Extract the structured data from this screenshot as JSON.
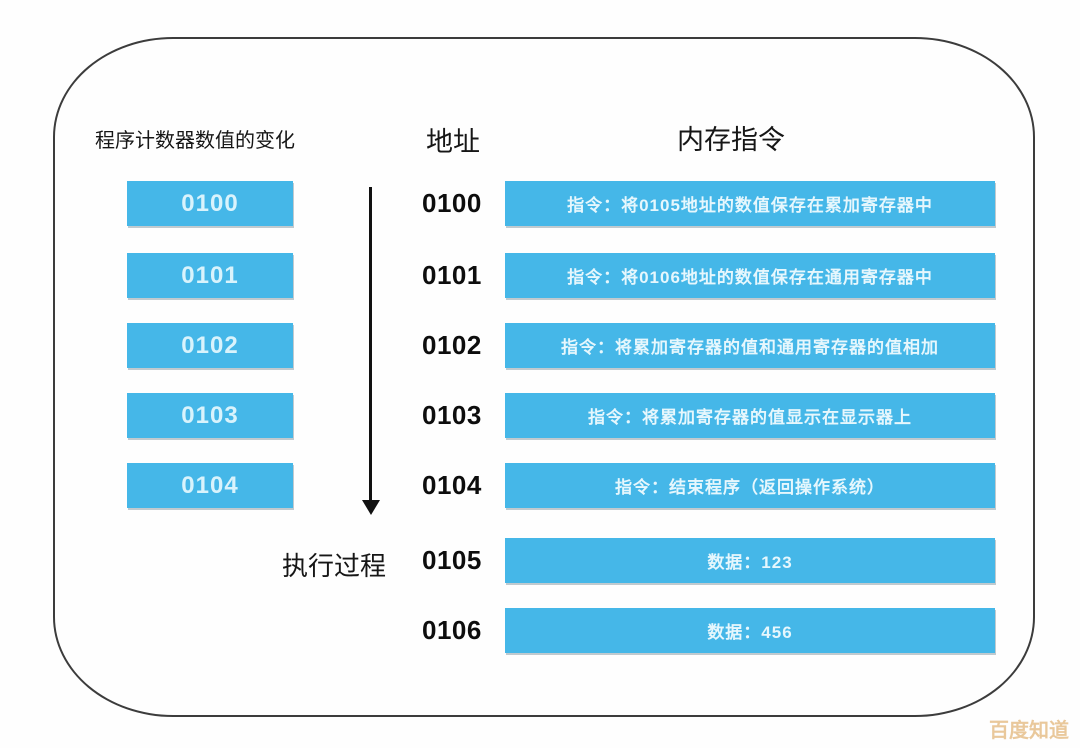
{
  "colors": {
    "accent_blue": "#45b7e8",
    "frame_border": "#3c3c3c",
    "box_text": "#e6f7fd",
    "watermark": "#e9c89b"
  },
  "headers": {
    "pc_column": "程序计数器数值的变化",
    "address_column": "地址",
    "memory_column": "内存指令"
  },
  "pc": {
    "values": [
      "0100",
      "0101",
      "0102",
      "0103",
      "0104"
    ],
    "execution_label": "执行过程"
  },
  "memory": {
    "rows": [
      {
        "address": "0100",
        "content": "指令：将0105地址的数值保存在累加寄存器中"
      },
      {
        "address": "0101",
        "content": "指令：将0106地址的数值保存在通用寄存器中"
      },
      {
        "address": "0102",
        "content": "指令：将累加寄存器的值和通用寄存器的值相加"
      },
      {
        "address": "0103",
        "content": "指令：将累加寄存器的值显示在显示器上"
      },
      {
        "address": "0104",
        "content": "指令：结束程序（返回操作系统）"
      },
      {
        "address": "0105",
        "content": "数据：123"
      },
      {
        "address": "0106",
        "content": "数据：456"
      }
    ]
  },
  "watermark": {
    "text": "百度知道"
  }
}
